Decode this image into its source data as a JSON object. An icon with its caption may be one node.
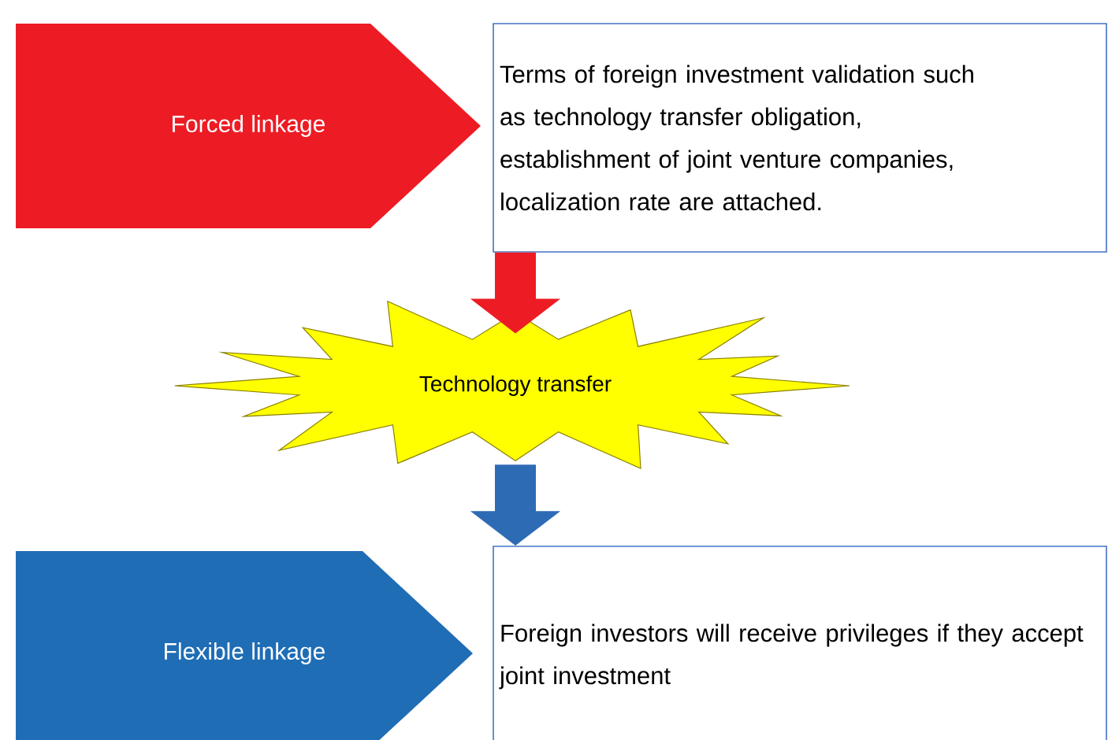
{
  "diagram": {
    "nodes": [
      {
        "text": [
          "Forced linkage"
        ]
      },
      {
        "text": [
          "Terms of foreign investment validation such as technology transfer obligation, establishment of joint venture companies, localization rate are attached."
        ]
      },
      {
        "text": [
          "Technology transfer"
        ]
      },
      {
        "text": [
          "Flexible linkage"
        ]
      },
      {
        "text": [
          "Foreign investors will receive privileges if they accept joint investment"
        ]
      }
    ],
    "edges": [
      {
        "from": 1,
        "to": 2,
        "arrow": "to",
        "color": "#ed1c24"
      },
      {
        "from": 2,
        "to": 4,
        "arrow": "to",
        "color": "#2e6bb5"
      }
    ]
  }
}
